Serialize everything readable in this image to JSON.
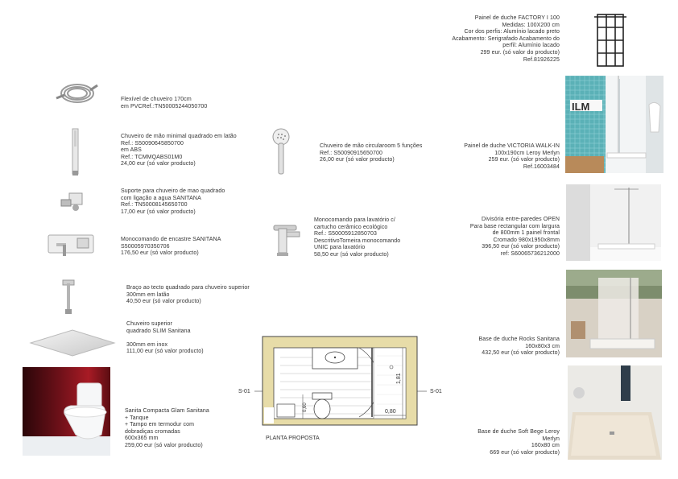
{
  "right_column": [
    {
      "id": "factory",
      "text": "Painel de duche FACTORY I 100\nMedidas: 100X200 cm\nCor dos perfis: Alumínio lacado preto\nAcabamento: Serigrafado Acabamento do\nperfil: Alumínio lacado\n299 eur. (só valor do producto)\nRef.81926225"
    },
    {
      "id": "victoria",
      "text": "Painel de duche VICTORIA WALK-IN\n100x190cm Leroy Merlyn\n259 eur. (só valor producto)\nRef.16003484"
    },
    {
      "id": "open",
      "text": "Divisória entre-paredes OPEN\nPara base rectangular com largura\nde 800mm 1 painel frontal\nCromado 980x1950x8mm\n396,50 eur (só valor producto)\nref: S60065736212000"
    },
    {
      "id": "rocks",
      "text": "Base de duche Rocks Sanitana\n160x80x3 cm\n432,50 eur (só valor producto)"
    },
    {
      "id": "softbege",
      "text": "Base de duche Soft Bege Leroy\nMerlyn\n160x80 cm\n669 eur (só valor producto)"
    }
  ],
  "left_column": [
    {
      "id": "flexivel",
      "text": "Flexível de chuveiro 170cm\nem PVCRef.:TN50005244050700"
    },
    {
      "id": "chuveiro_mao",
      "text": "Chuveiro de mão minimal quadrado em latão\nRef.: S50090645850700\nem ABS\nRef.: TCMMQABS01M0\n24,00 eur (só valor producto)"
    },
    {
      "id": "suporte",
      "text": "Suporte para chuveiro de mao quadrado\ncom ligação a agua SANITANA\nRef.: TN50008145650700\n17,00 eur (só valor producto)"
    },
    {
      "id": "monocomando_encastre",
      "text": "Monocomando de encastre SANITANA\nS50005970350706\n176,50 eur (só valor producto)"
    },
    {
      "id": "braco",
      "text": "Braço ao tecto quadrado para chuveiro superior\n300mm em latão\n40,50 eur (só valor producto)"
    },
    {
      "id": "chuveiro_superior",
      "text": "Chuveiro superior\nquadrado SLIM Sanitana\n\n300mm em inox\n111,00 eur (só valor producto)"
    },
    {
      "id": "sanita",
      "text": "Sanita Compacta Glam Sanitana\n+ Tanque\n+ Tampo em termodur com\ndobradiças cromadas\n600x365 mm\n259,00 eur (só valor producto)"
    }
  ],
  "middle_column": [
    {
      "id": "chuveiro_circular",
      "text": "Chuveiro de mão circularoom 5 funções\nRef.: S50090915650700\n26,00 eur (só valor producto)"
    },
    {
      "id": "monocomando_lavatorio",
      "text": "Monocomando para lavatório c/\ncartucho cerâmico ecológico\nRef.: S50005912850703\nDescritivoTorneira monocomando\nUNIC para lavatório\n58,50 eur (só valor producto)"
    }
  ],
  "plan": {
    "caption": "PLANTA PROPOSTA",
    "section_left": "S-01",
    "section_right": "S-01",
    "dim_height": "1,81",
    "dim_bottom": "0,80",
    "dim_small": "0,60"
  },
  "photo_letters": "ILM"
}
